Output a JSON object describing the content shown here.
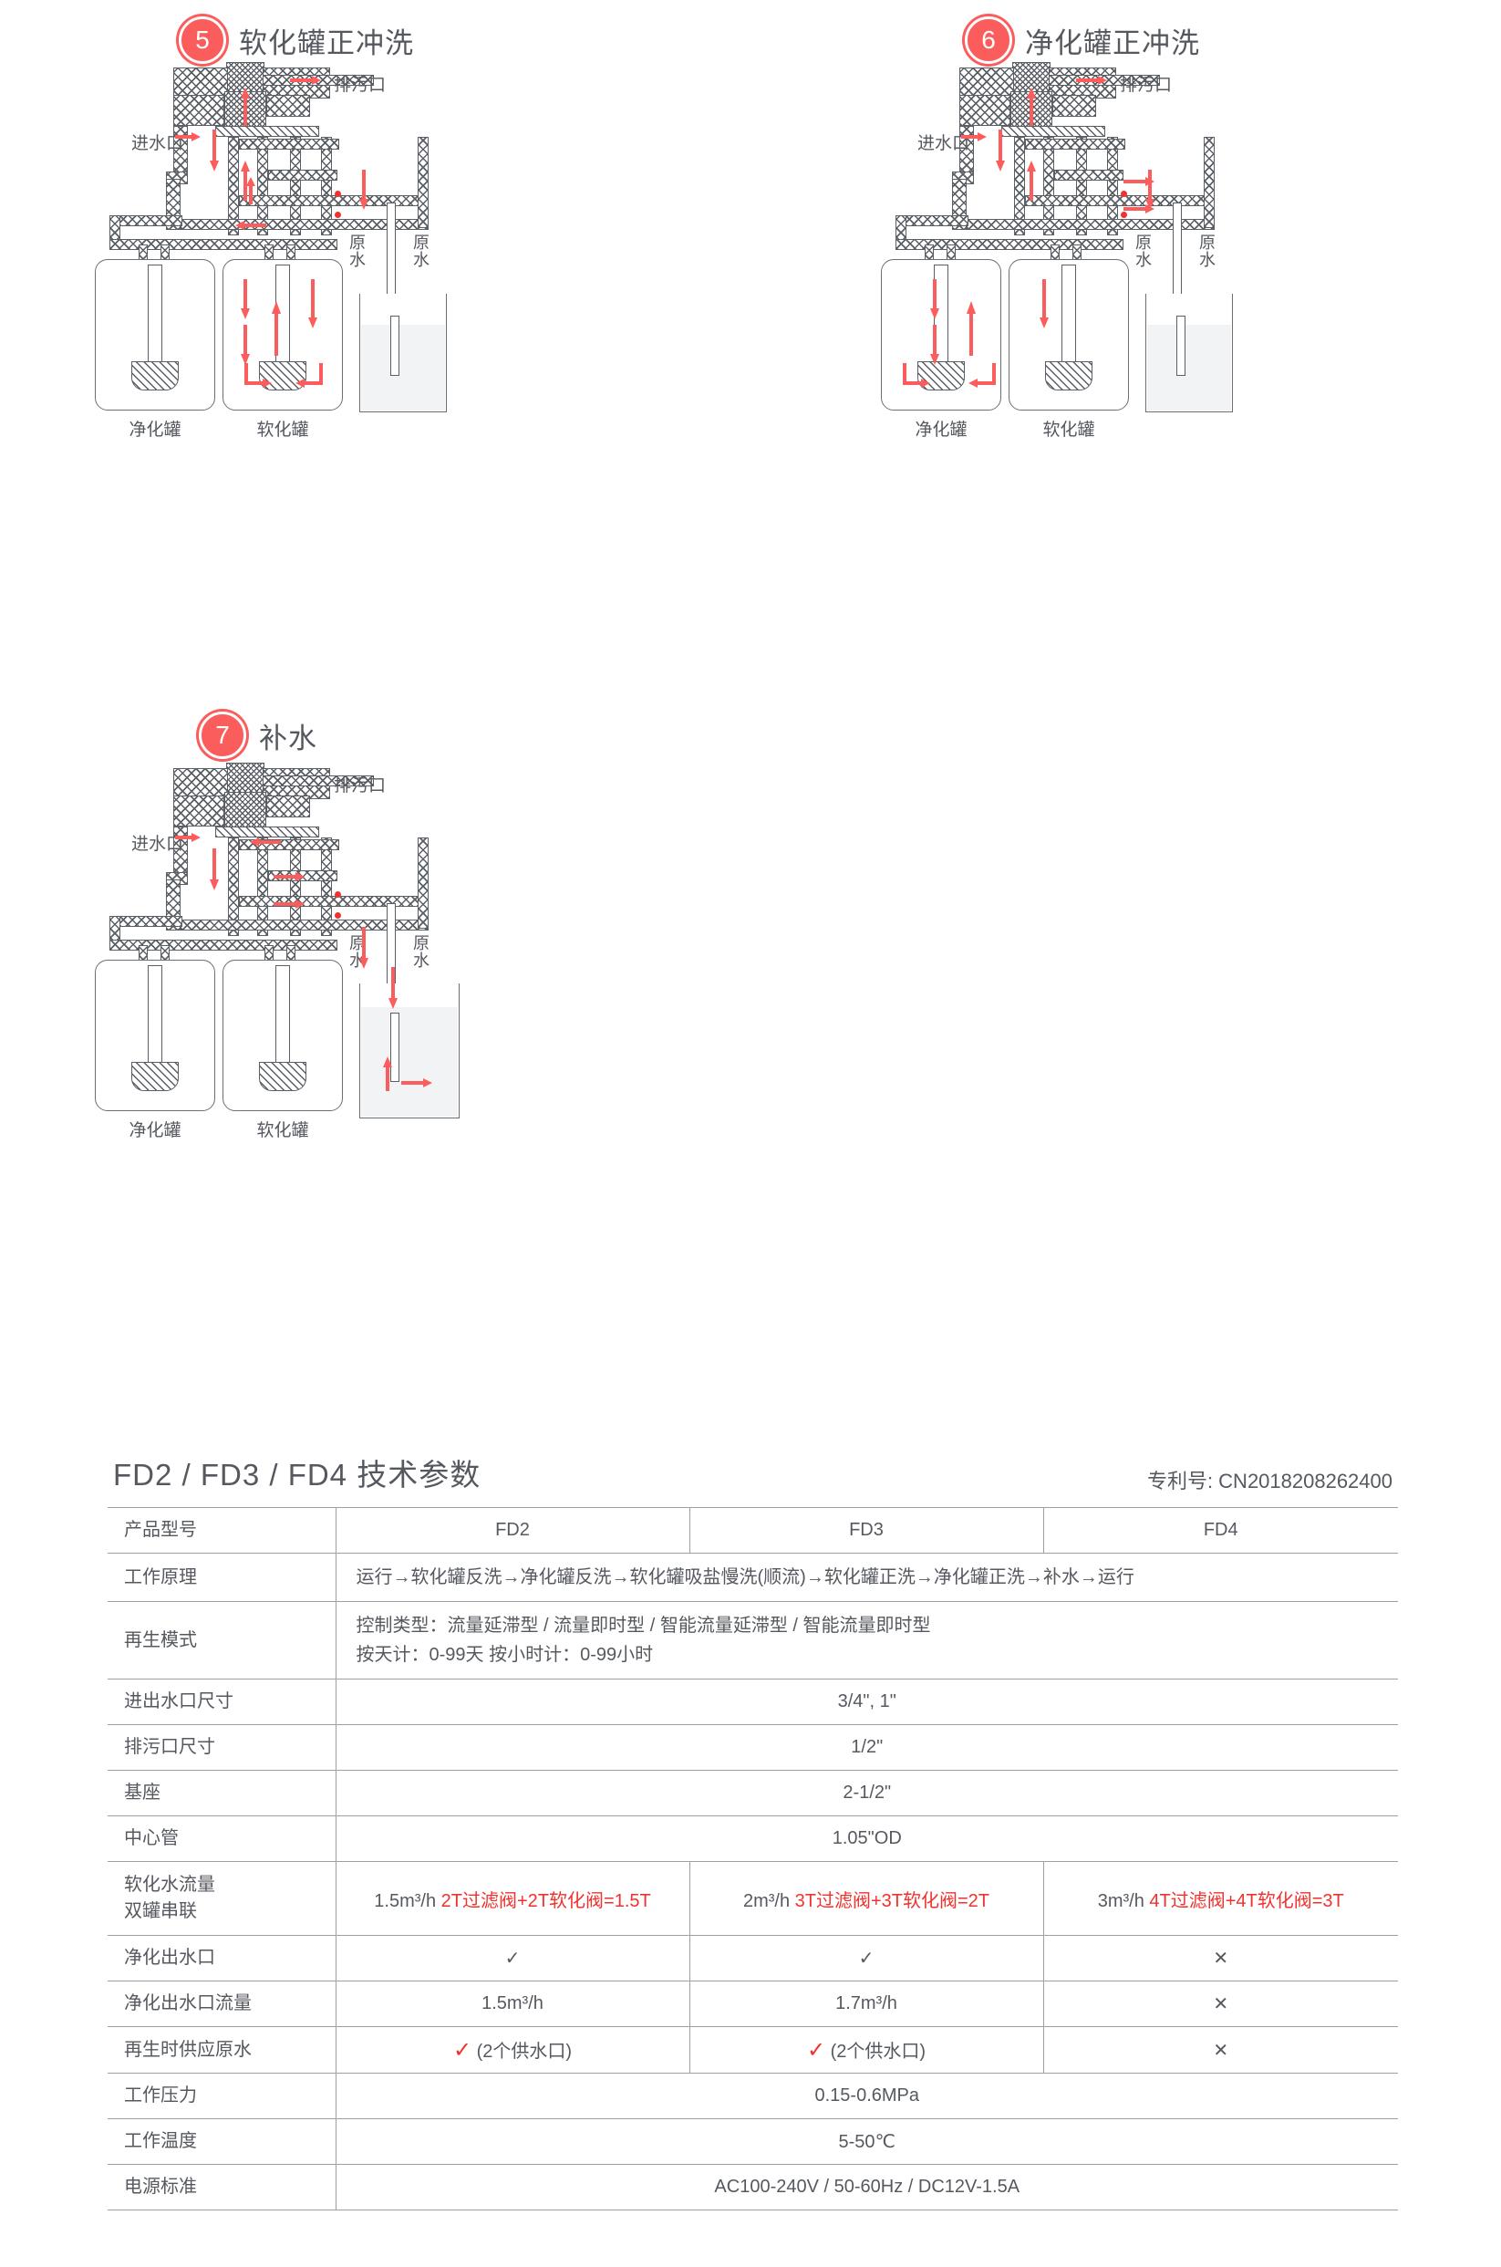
{
  "diagrams": [
    {
      "number": "5",
      "title": "软化罐正冲洗",
      "labels": {
        "inlet": "进水口",
        "drain": "排污口",
        "raw_water_1": "原水",
        "raw_water_2": "原水",
        "tank_left": "净化罐",
        "tank_right": "软化罐"
      }
    },
    {
      "number": "6",
      "title": "净化罐正冲洗",
      "labels": {
        "inlet": "进水口",
        "drain": "排污口",
        "raw_water_1": "原水",
        "raw_water_2": "原水",
        "tank_left": "净化罐",
        "tank_right": "软化罐"
      }
    },
    {
      "number": "7",
      "title": "补水",
      "labels": {
        "inlet": "进水口",
        "drain": "排污口",
        "raw_water_1": "原水",
        "raw_water_2": "原水",
        "tank_left": "净化罐",
        "tank_right": "软化罐"
      }
    }
  ],
  "spec": {
    "title": "FD2 / FD3 / FD4 技术参数",
    "patent": "专利号: CN2018208262400",
    "rows": {
      "model": {
        "key": "产品型号",
        "fd2": "FD2",
        "fd3": "FD3",
        "fd4": "FD4"
      },
      "principle": {
        "key": "工作原理",
        "value": "运行→软化罐反洗→净化罐反洗→软化罐吸盐慢洗(顺流)→软化罐正洗→净化罐正洗→补水→运行"
      },
      "regen": {
        "key": "再生模式",
        "line1": "控制类型：流量延滞型 / 流量即时型 / 智能流量延滞型 / 智能流量即时型",
        "line2": "按天计：0-99天  按小时计：0-99小时"
      },
      "port_size": {
        "key": "进出水口尺寸",
        "value": "3/4\", 1\""
      },
      "drain_size": {
        "key": "排污口尺寸",
        "value": "1/2\""
      },
      "base": {
        "key": "基座",
        "value": "2-1/2\""
      },
      "riser": {
        "key": "中心管",
        "value": "1.05\"OD"
      },
      "soft_flow": {
        "key_line1": "软化水流量",
        "key_line2": "双罐串联",
        "fd2_black": "1.5m³/h",
        "fd2_red": "2T过滤阀+2T软化阀=1.5T",
        "fd3_black": "2m³/h",
        "fd3_red": "3T过滤阀+3T软化阀=2T",
        "fd4_black": "3m³/h",
        "fd4_red": "4T过滤阀+4T软化阀=3T"
      },
      "pure_outlet": {
        "key": "净化出水口",
        "fd2": "✓",
        "fd3": "✓",
        "fd4": "✕"
      },
      "pure_flow": {
        "key": "净化出水口流量",
        "fd2": "1.5m³/h",
        "fd3": "1.7m³/h",
        "fd4": "✕"
      },
      "raw_supply": {
        "key": "再生时供应原水",
        "fd2_tick": "✓",
        "fd2_text": "(2个供水口)",
        "fd3_tick": "✓",
        "fd3_text": "(2个供水口)",
        "fd4": "✕"
      },
      "pressure": {
        "key": "工作压力",
        "value": "0.15-0.6MPa"
      },
      "temperature": {
        "key": "工作温度",
        "value": "5-50℃"
      },
      "power": {
        "key": "电源标准",
        "value": "AC100-240V / 50-60Hz / DC12V-1.5A"
      }
    }
  },
  "colors": {
    "accent_red": "#fb5d5d",
    "text_red": "#f0322e",
    "line_gray": "#5a5f66",
    "text_gray": "#55595f"
  }
}
